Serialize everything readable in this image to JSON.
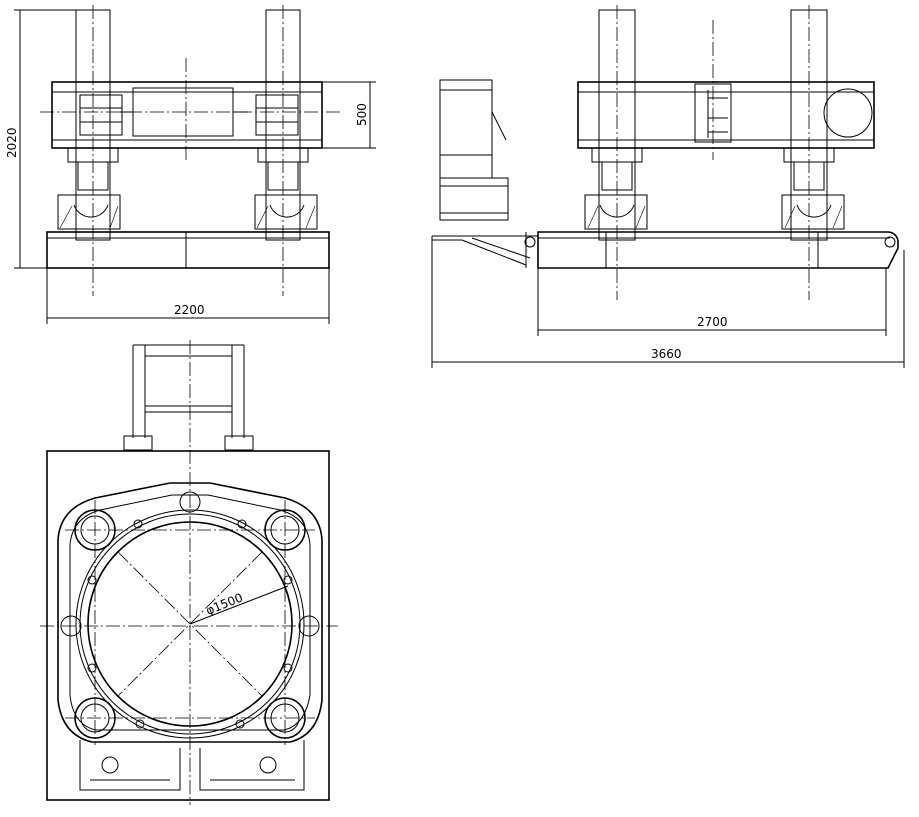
{
  "dimensions": {
    "height_total": "2020",
    "frame_height": "500",
    "width_front": "2200",
    "length_wheelbase": "2700",
    "length_total": "3660",
    "ring_diameter": "φ1500"
  },
  "colors": {
    "line": "#000000",
    "background": "#ffffff"
  }
}
